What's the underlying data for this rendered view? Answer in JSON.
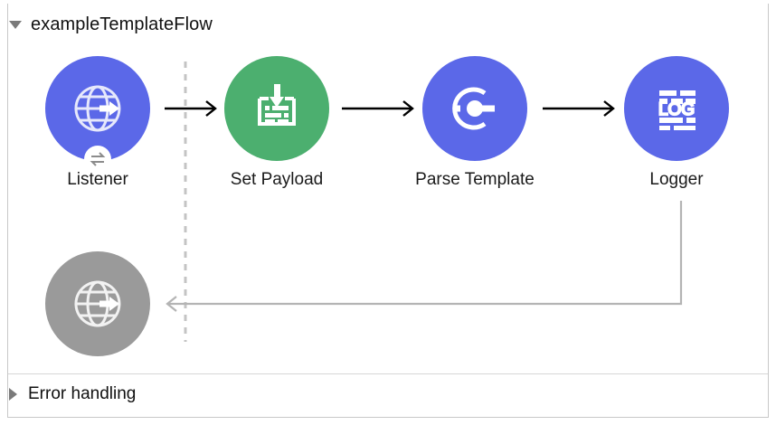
{
  "panel": {
    "accent_color": "#4285d8",
    "border_color": "#c8c8c8",
    "background": "#ffffff"
  },
  "header": {
    "title": "exampleTemplateFlow",
    "toggle_icon": "triangle-down-icon",
    "expanded": true
  },
  "footer": {
    "title": "Error handling",
    "toggle_icon": "triangle-right-icon",
    "expanded": false
  },
  "flow": {
    "nodes": [
      {
        "id": "listener",
        "label": "Listener",
        "icon": "globe-arrow-icon",
        "color": "#5b68e8",
        "badge_icon": "request-response-arrows-icon",
        "badge_color": "#8c8c8c"
      },
      {
        "id": "set-payload",
        "label": "Set Payload",
        "icon": "set-payload-icon",
        "color": "#4caf6f",
        "badge_icon": "",
        "badge_color": ""
      },
      {
        "id": "parse-template",
        "label": "Parse Template",
        "icon": "parse-template-icon",
        "color": "#5b68e8",
        "badge_icon": "",
        "badge_color": ""
      },
      {
        "id": "logger",
        "label": "Logger",
        "icon": "log-icon",
        "color": "#5b68e8",
        "badge_icon": "",
        "badge_color": ""
      },
      {
        "id": "response",
        "label": "",
        "icon": "globe-arrow-icon",
        "color": "#9a9a9a",
        "badge_icon": "",
        "badge_color": ""
      }
    ],
    "connectors": {
      "forward_color": "#000000",
      "return_color": "#b4b4b4",
      "divider_color": "#c4c4c4",
      "divider_style": "dashed"
    },
    "logger_icon_text": "LOG"
  }
}
